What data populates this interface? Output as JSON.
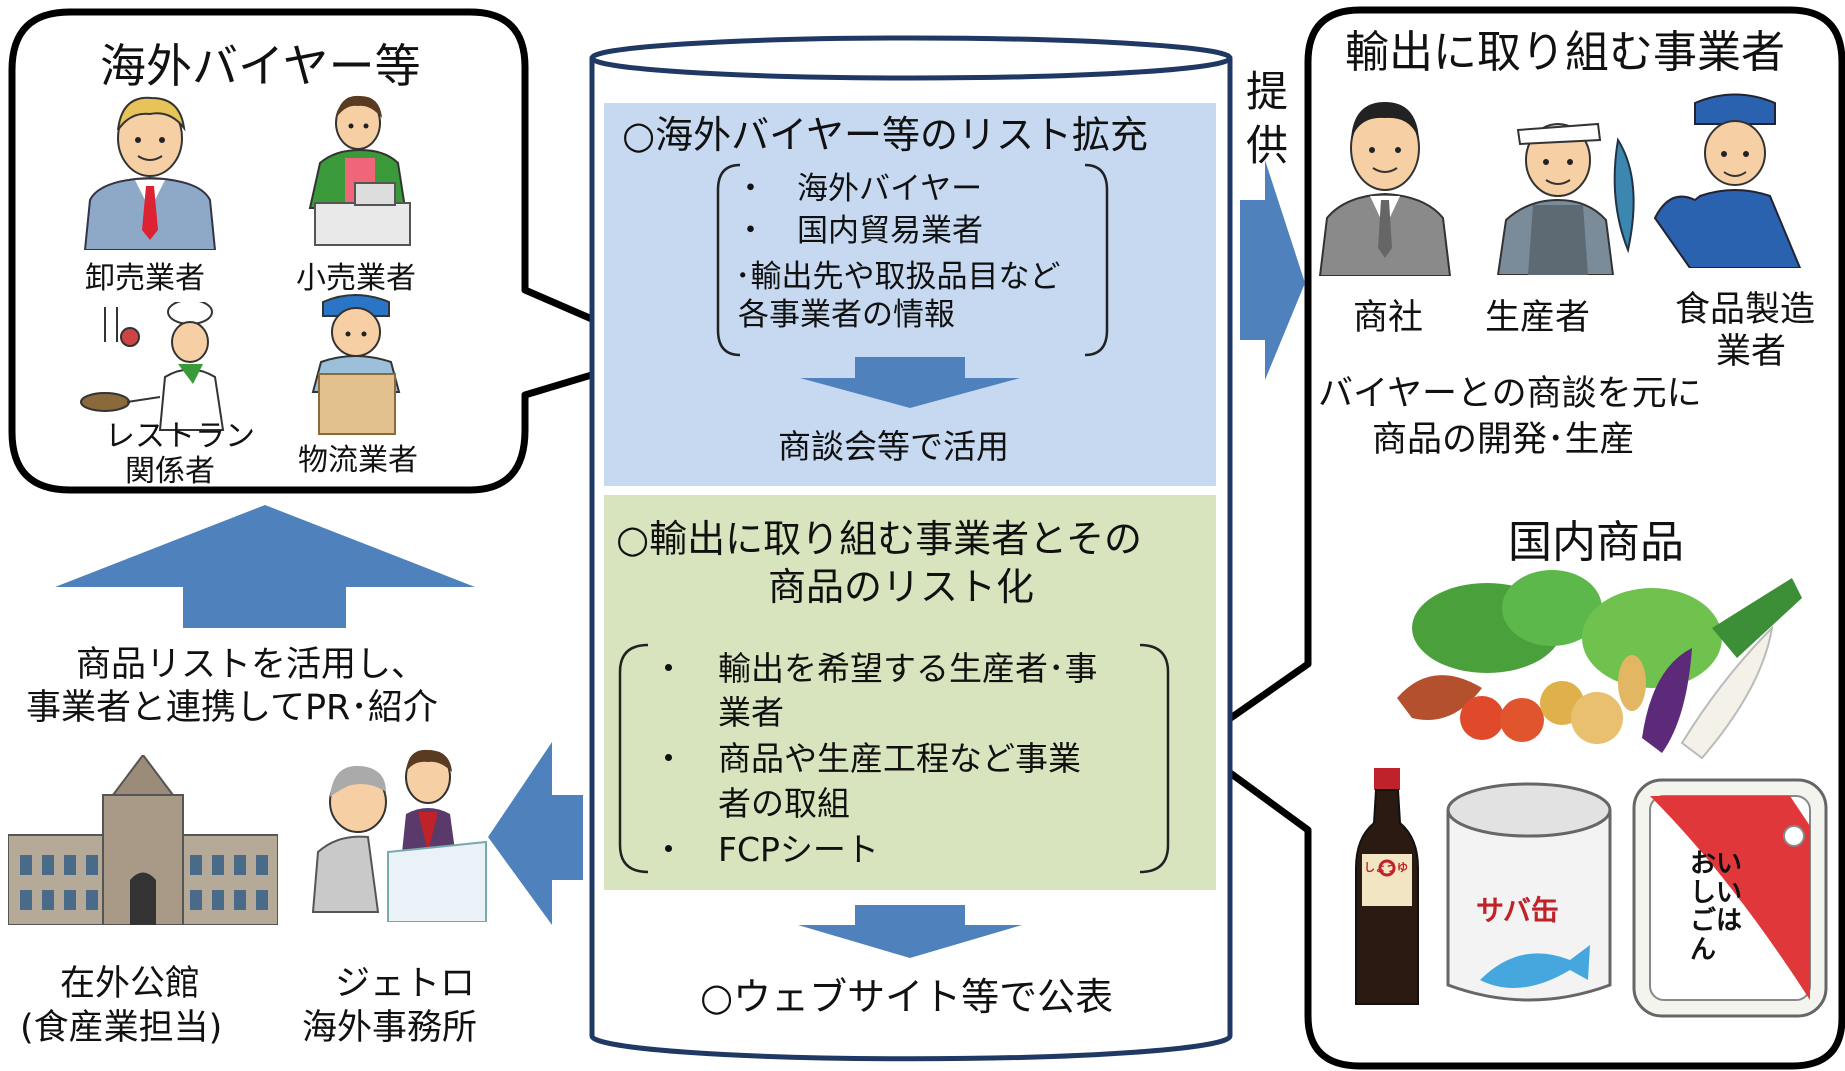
{
  "buyers": {
    "title": "海外バイヤー等",
    "wholesaler": "卸売業者",
    "retailer": "小売業者",
    "restaurant_line1": "レストラン",
    "restaurant_line2": "関係者",
    "logistics": "物流業者"
  },
  "database": {
    "list1_title": "○海外バイヤー等のリスト拡充",
    "list1_items": [
      "・　海外バイヤー",
      "・　国内貿易業者",
      "･輸出先や取扱品目など",
      "各事業者の情報"
    ],
    "list1_use": "商談会等で活用",
    "list2_title_line1": "○輸出に取り組む事業者とその",
    "list2_title_line2": "商品のリスト化",
    "list2_items": [
      "・　輸出を希望する生産者･事",
      "　　業者",
      "・　商品や生産工程など事業",
      "　　者の取組",
      "・　FCPシート"
    ],
    "publish": "○ウェブサイト等で公表"
  },
  "provide_label": [
    "提",
    "供"
  ],
  "exporters": {
    "title": "輸出に取り組む事業者",
    "trading": "商社",
    "producer": "生産者",
    "manufacturer_line1": "食品製造",
    "manufacturer_line2": "業者",
    "desc_line1": "バイヤーとの商談を元に",
    "desc_line2": "商品の開発･生産",
    "products_title": "国内商品",
    "shoyu_label": "しょうゆ",
    "saba_label": "サバ缶",
    "rice_label": "おいしいごはん"
  },
  "overseas": {
    "desc_line1": "商品リストを活用し、",
    "desc_line2": "事業者と連携してPR･紹介",
    "embassy_line1": "在外公館",
    "embassy_line2": "(食産業担当)",
    "jetro_line1": "ジェトロ",
    "jetro_line2": "海外事務所"
  },
  "colors": {
    "arrow": "#4f81bd",
    "panel_blue": "#c6d9f1",
    "panel_green": "#d7e4bd",
    "outline": "#1f3864",
    "bubble_border": "#000000"
  }
}
